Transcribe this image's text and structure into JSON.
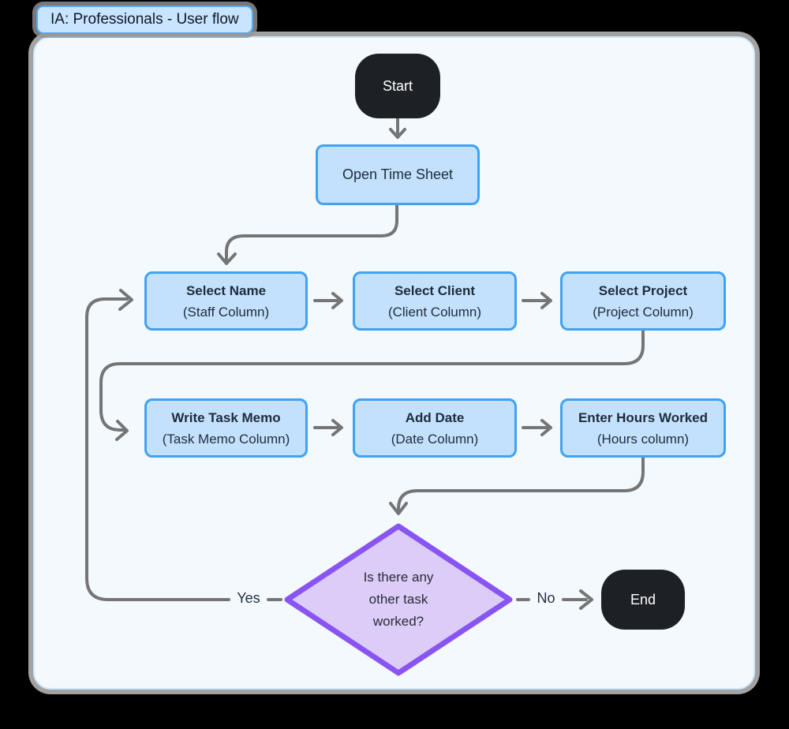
{
  "title_tab": {
    "label": "IA: Professionals - User flow"
  },
  "nodes": {
    "start": {
      "label": "Start"
    },
    "open_time_sheet": {
      "label": "Open Time Sheet"
    },
    "select_name": {
      "title": "Select Name",
      "subtitle": "(Staff Column)"
    },
    "select_client": {
      "title": "Select Client",
      "subtitle": "(Client Column)"
    },
    "select_project": {
      "title": "Select Project",
      "subtitle": "(Project Column)"
    },
    "write_task_memo": {
      "title": "Write Task Memo",
      "subtitle": "(Task Memo Column)"
    },
    "add_date": {
      "title": "Add Date",
      "subtitle": "(Date Column)"
    },
    "enter_hours_worked": {
      "title": "Enter Hours Worked",
      "subtitle": "(Hours column)"
    },
    "decision": {
      "line1": "Is there any",
      "line2": "other task",
      "line3": "worked?"
    },
    "end": {
      "label": "End"
    }
  },
  "flow": {
    "edges": [
      {
        "from": "start",
        "to": "open_time_sheet",
        "label": ""
      },
      {
        "from": "open_time_sheet",
        "to": "select_name",
        "label": ""
      },
      {
        "from": "select_name",
        "to": "select_client",
        "label": ""
      },
      {
        "from": "select_client",
        "to": "select_project",
        "label": ""
      },
      {
        "from": "select_project",
        "to": "write_task_memo",
        "label": ""
      },
      {
        "from": "write_task_memo",
        "to": "add_date",
        "label": ""
      },
      {
        "from": "add_date",
        "to": "enter_hours_worked",
        "label": ""
      },
      {
        "from": "enter_hours_worked",
        "to": "decision",
        "label": ""
      },
      {
        "from": "decision",
        "to": "select_name",
        "label": "Yes"
      },
      {
        "from": "decision",
        "to": "end",
        "label": "No"
      }
    ]
  },
  "colors": {
    "process_fill": "#c3e1fc",
    "process_border": "#3fa2f3",
    "decision_fill": "#dbcdf8",
    "decision_border": "#8955f2",
    "terminal_fill": "#1d2025",
    "connector": "#757575",
    "canvas_fill": "#f4f9fe",
    "tab_fill": "#c9e4ff",
    "tab_border": "#54a9f4"
  }
}
